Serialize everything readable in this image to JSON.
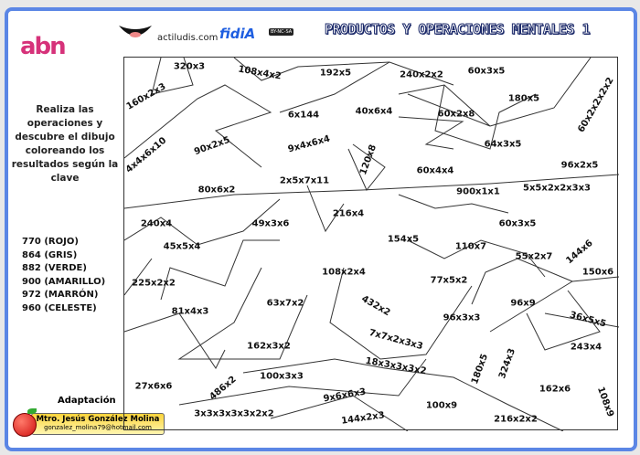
{
  "header": {
    "logo_abn": "abn",
    "site": "actiludis.com",
    "fidia": "fidiA",
    "license": "BY-NC-SA",
    "title": "PRODUCTOS Y OPERACIONES MENTALES 1"
  },
  "instructions": "Realiza las operaciones y descubre el dibujo coloreando los resultados según la clave",
  "key": [
    "770 (ROJO)",
    "864 (GRIS)",
    "882 (VERDE)",
    "900 (AMARILLO)",
    "972 (MARRÓN)",
    "960 (CELESTE)"
  ],
  "footer": {
    "adaptation": "Adaptación",
    "author": "Mtro. Jesús González Molina",
    "email": "gonzalez_molina79@hotmail.com"
  },
  "puzzle": {
    "pieces": [
      "320x3",
      "108x4x2",
      "192x5",
      "240x2x2",
      "60x3x5",
      "180x5",
      "60x2x2x2x2",
      "160x2x3",
      "6x144",
      "40x6x4",
      "60x2x8",
      "90x2x5",
      "9x4x6x4",
      "64x3x5",
      "4x4x6x10",
      "120x8",
      "96x2x5",
      "60x4x4",
      "2x5x7x11",
      "80x6x2",
      "900x1x1",
      "5x5x2x2x3x3",
      "216x4",
      "240x4",
      "49x3x6",
      "60x3x5",
      "154x5",
      "110x7",
      "45x5x4",
      "144x6",
      "55x2x7",
      "150x6",
      "108x2x4",
      "77x5x2",
      "225x2x2",
      "63x7x2",
      "432x2",
      "96x9",
      "81x4x3",
      "96x3x3",
      "36x5x5",
      "7x7x2x3x3",
      "162x3x2",
      "243x4",
      "18x3x3x3x2",
      "180x5",
      "324x3",
      "100x3x3",
      "486x2",
      "27x6x6",
      "162x6",
      "9x6x6x3",
      "108x9",
      "100x9",
      "3x3x3x3x3x2x2",
      "144x2x3",
      "216x2x2"
    ]
  }
}
